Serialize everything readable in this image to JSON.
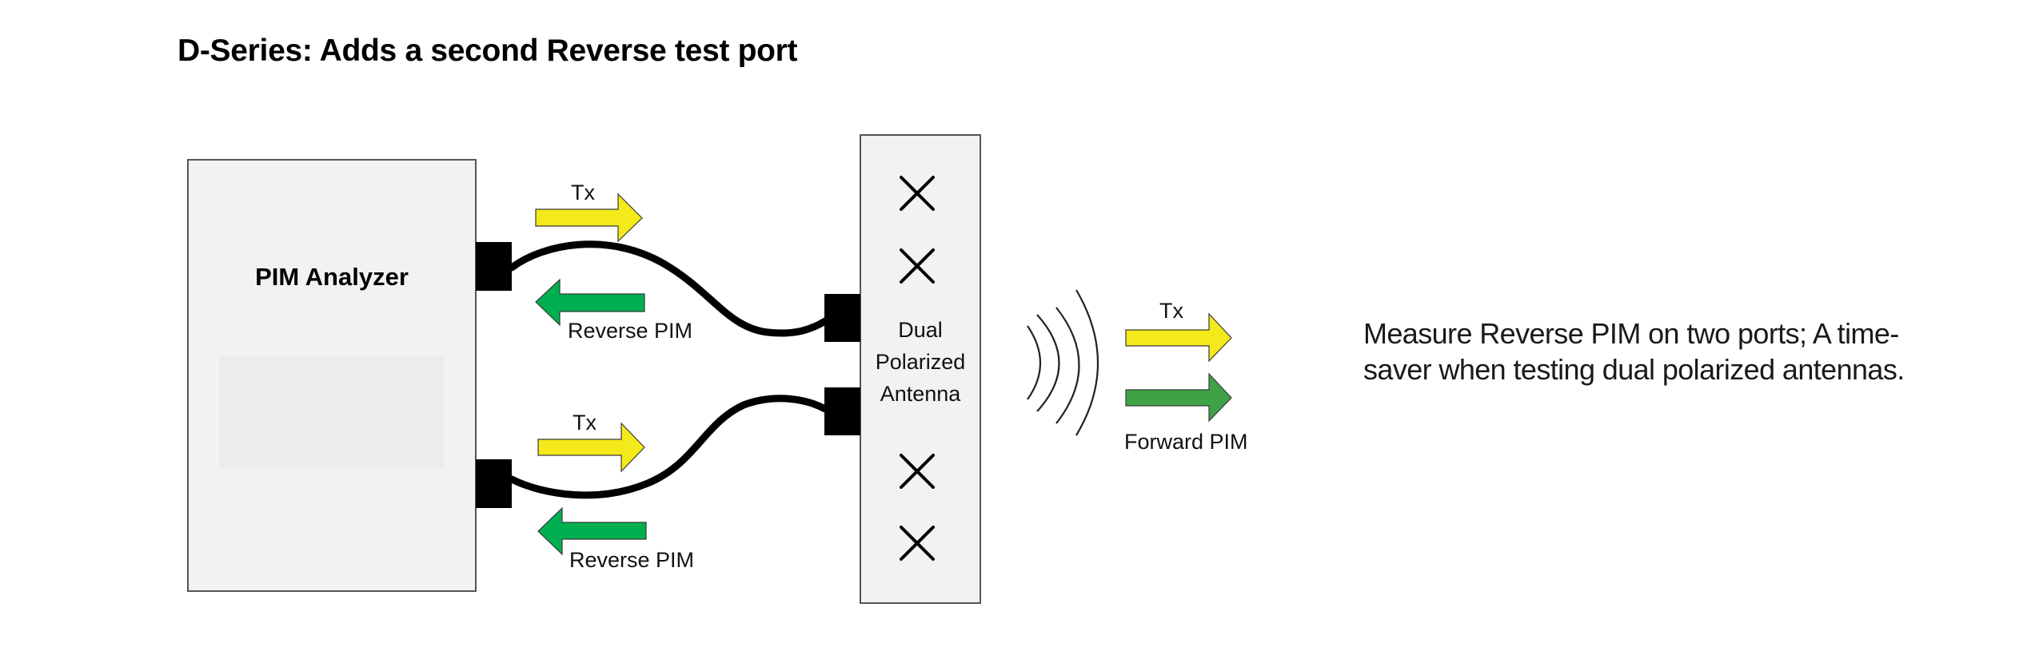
{
  "title": "D-Series: Adds a second Reverse test port",
  "analyzer": {
    "label": "PIM Analyzer"
  },
  "antenna": {
    "label_lines": [
      "Dual",
      "Polarized",
      "Antenna"
    ],
    "element_count": 4
  },
  "port_1": {
    "tx_label": "Tx",
    "reverse_label": "Reverse PIM"
  },
  "port_2": {
    "tx_label": "Tx",
    "reverse_label": "Reverse PIM"
  },
  "radiated": {
    "tx_label": "Tx",
    "forward_label": "Forward PIM",
    "wave_count": 4
  },
  "description": {
    "lines": [
      "Measure Reverse PIM on two ports; A time-",
      "saver when testing dual polarized antennas."
    ]
  },
  "colors": {
    "tx_arrow": "#f4e91a",
    "reverse_arrow": "#00b050",
    "forward_arrow": "#3ea346",
    "device_fill": "#f2f2f2"
  }
}
